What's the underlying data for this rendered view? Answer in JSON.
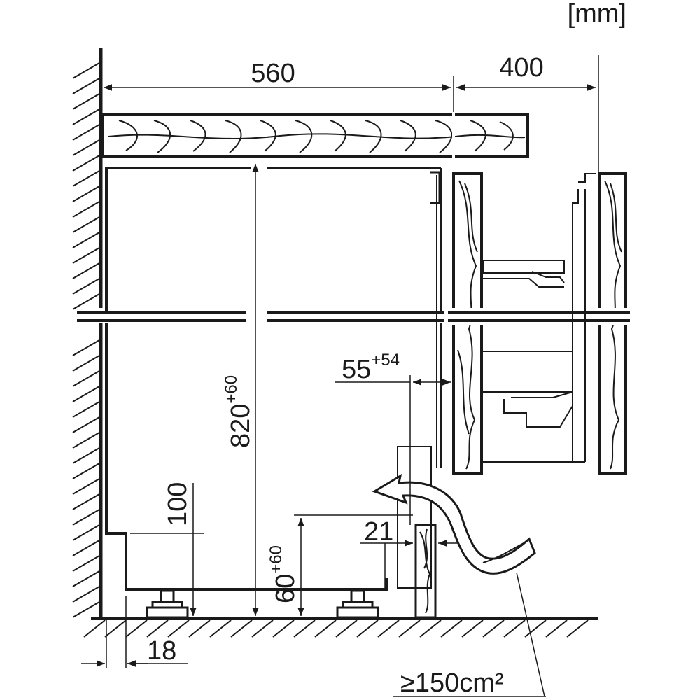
{
  "unit_label": "[mm]",
  "dimensions": {
    "worktop_depth": "560",
    "door_opening": "400",
    "niche_height": "820",
    "niche_height_tol": "+60",
    "door_gap": "55",
    "door_gap_tol": "+54",
    "plinth_height": "100",
    "foot_height": "60",
    "foot_height_tol": "+60",
    "plinth_thickness": "21",
    "rear_gap": "18",
    "vent_area": "≥150cm²"
  },
  "colors": {
    "ink": "#1a1a1a",
    "paper": "#ffffff"
  }
}
